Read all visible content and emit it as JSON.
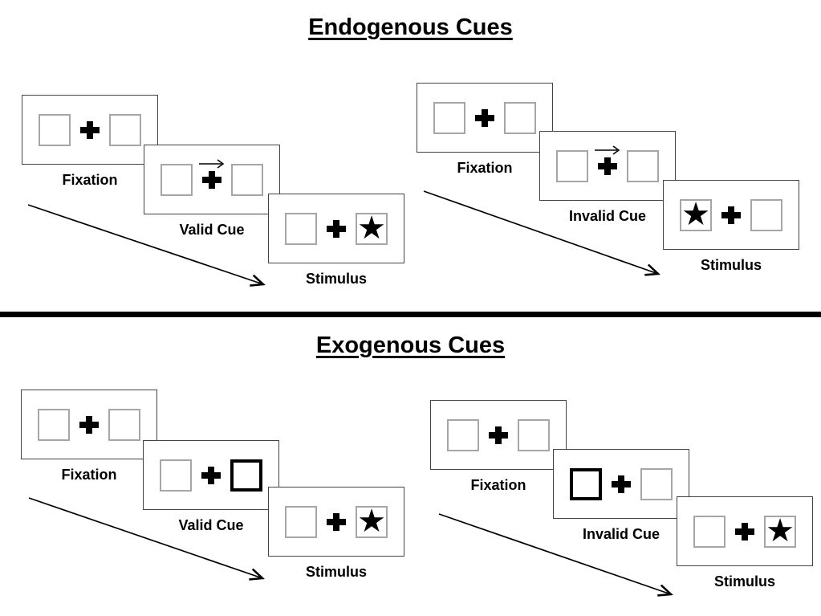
{
  "sections": [
    {
      "title": "Endogenous Cues",
      "groups": [
        {
          "name": "valid-trial",
          "panels": [
            {
              "label": "Fixation",
              "cue": null,
              "star": null
            },
            {
              "label": "Valid Cue",
              "cue": "arrow-right",
              "star": null
            },
            {
              "label": "Stimulus",
              "cue": null,
              "star": "right"
            }
          ]
        },
        {
          "name": "invalid-trial",
          "panels": [
            {
              "label": "Fixation",
              "cue": null,
              "star": null
            },
            {
              "label": "Invalid Cue",
              "cue": "arrow-right",
              "star": null
            },
            {
              "label": "Stimulus",
              "cue": null,
              "star": "left"
            }
          ]
        }
      ]
    },
    {
      "title": "Exogenous Cues",
      "groups": [
        {
          "name": "valid-trial",
          "panels": [
            {
              "label": "Fixation",
              "cue": null,
              "star": null
            },
            {
              "label": "Valid Cue",
              "cue": "thick-right",
              "star": null
            },
            {
              "label": "Stimulus",
              "cue": null,
              "star": "right"
            }
          ]
        },
        {
          "name": "invalid-trial",
          "panels": [
            {
              "label": "Fixation",
              "cue": null,
              "star": null
            },
            {
              "label": "Invalid Cue",
              "cue": "thick-left",
              "star": null
            },
            {
              "label": "Stimulus",
              "cue": null,
              "star": "right"
            }
          ]
        }
      ]
    }
  ],
  "icons": {
    "star": "★",
    "plus": "fixation-cross",
    "cue_arrow": "right-arrow",
    "timeline_arrow": "diagonal-arrow"
  },
  "colors": {
    "ink": "#000000",
    "background": "#ffffff",
    "box_border": "#a6a6a6",
    "panel_border": "#444444"
  }
}
